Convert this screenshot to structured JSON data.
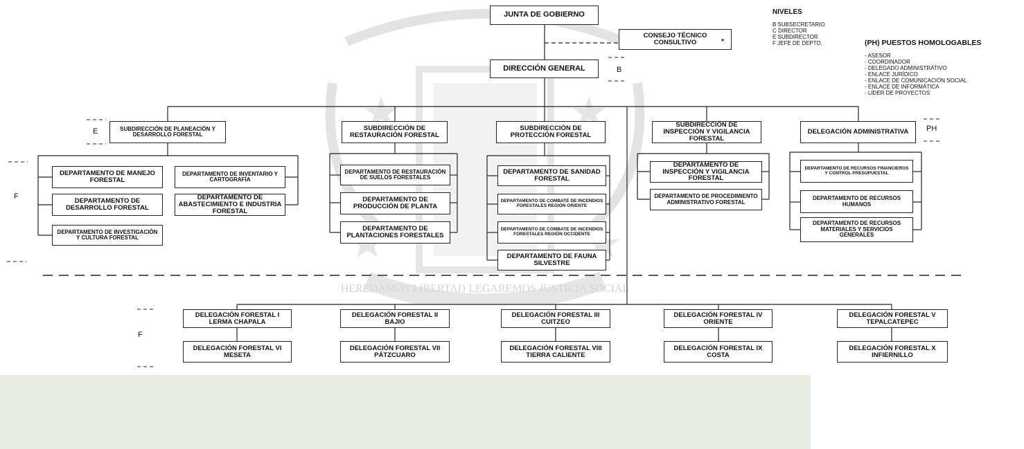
{
  "top": {
    "junta": "JUNTA DE GOBIERNO",
    "consejo": "CONSEJO TÉCNICO CONSULTIVO",
    "consejo_mark": "*",
    "direccion": "DIRECCIÓN GENERAL",
    "direccion_level": "B"
  },
  "legend": {
    "niveles_title": "NIVELES",
    "niveles": [
      "B  SUBSECRETARIO",
      "C  DIRECTOR",
      "E  SUBDIRECTOR",
      "F  JEFE DE DEPTO."
    ],
    "ph_title": "(PH) PUESTOS HOMOLOGABLES",
    "ph_items": [
      "- ASESOR",
      "- COORDINADOR",
      "- DELEGADO ADMINISTRATIVO",
      "- ENLACE JURÍDICO",
      "- ENLACE DE COMUNICACIÓN SOCIAL",
      "- ENLACE DE INFORMÁTICA",
      "- LÍDER DE PROYECTOS"
    ]
  },
  "levels": {
    "e": "E",
    "f_depts": "F",
    "f_delegations": "F",
    "ph": "PH"
  },
  "subs": [
    "SUBDIRECCIÓN DE PLANEACIÓN Y DESARROLLO FORESTAL",
    "SUBDIRECCIÓN DE RESTAURACIÓN FORESTAL",
    "SUBDIRECCIÓN DE PROTECCIÓN FORESTAL",
    "SUBDIRECCIÓN DE INSPECCIÓN Y VIGILANCIA FORESTAL",
    "DELEGACIÓN ADMINISTRATIVA"
  ],
  "depts": {
    "planeacion": [
      "DEPARTAMENTO DE MANEJO FORESTAL",
      "DEPARTAMENTO DE DESARROLLO FORESTAL",
      "DEPARTAMENTO DE INVESTIGACIÓN Y CULTURA FORESTAL",
      "DEPARTAMENTO DE INVENTARIO Y CARTOGRAFÍA",
      "DEPARTAMENTO DE ABASTECIMIENTO E INDUSTRIA FORESTAL"
    ],
    "restauracion": [
      "DEPARTAMENTO DE RESTAURACIÓN DE SUELOS FORESTALES",
      "DEPARTAMENTO DE PRODUCCIÓN DE PLANTA",
      "DEPARTAMENTO DE PLANTACIONES FORESTALES"
    ],
    "proteccion": [
      "DEPARTAMENTO DE SANIDAD FORESTAL",
      "DEPARTAMENTO DE COMBATE DE INCENDIOS FORESTALES REGIÓN ORIENTE",
      "DEPARTAMENTO DE COMBATE DE INCENDIOS FORESTALES REGIÓN OCCIDENTE",
      "DEPARTAMENTO DE FAUNA SILVESTRE"
    ],
    "inspeccion": [
      "DEPARTAMENTO DE INSPECCIÓN Y VIGILANCIA FORESTAL",
      "DEPARTAMENTO DE PROCEDIMIENTO ADMINISTRATIVO FORESTAL"
    ],
    "administrativa": [
      "DEPARTAMENTO DE RECURSOS FINANCIEROS Y CONTROL PRESUPUESTAL",
      "DEPARTAMENTO DE RECURSOS HUMANOS",
      "DEPARTAMENTO DE RECURSOS MATERIALES Y SERVICIOS GENERALES"
    ]
  },
  "delegaciones": [
    "DELEGACIÓN FORESTAL I LERMA CHAPALA",
    "DELEGACIÓN FORESTAL II BAJIO",
    "DELEGACIÓN FORESTAL III CUITZEO",
    "DELEGACIÓN FORESTAL IV ORIENTE",
    "DELEGACIÓN FORESTAL V TEPALCATEPEC",
    "DELEGACIÓN FORESTAL VI MESETA",
    "DELEGACIÓN FORESTAL VII PÁTZCUARO",
    "DELEGACIÓN FORESTAL VIII TIERRA CALIENTE",
    "DELEGACIÓN FORESTAL IX COSTA",
    "DELEGACIÓN FORESTAL X INFIERNILLO"
  ],
  "watermark": {
    "motto": "HEREDAMOS LIBERTAD LEGAREMOS JUSTICIA SOCIAL"
  },
  "colors": {
    "line": "#222222",
    "watermark": "#e3e3e3",
    "band": "#e9eddf"
  }
}
